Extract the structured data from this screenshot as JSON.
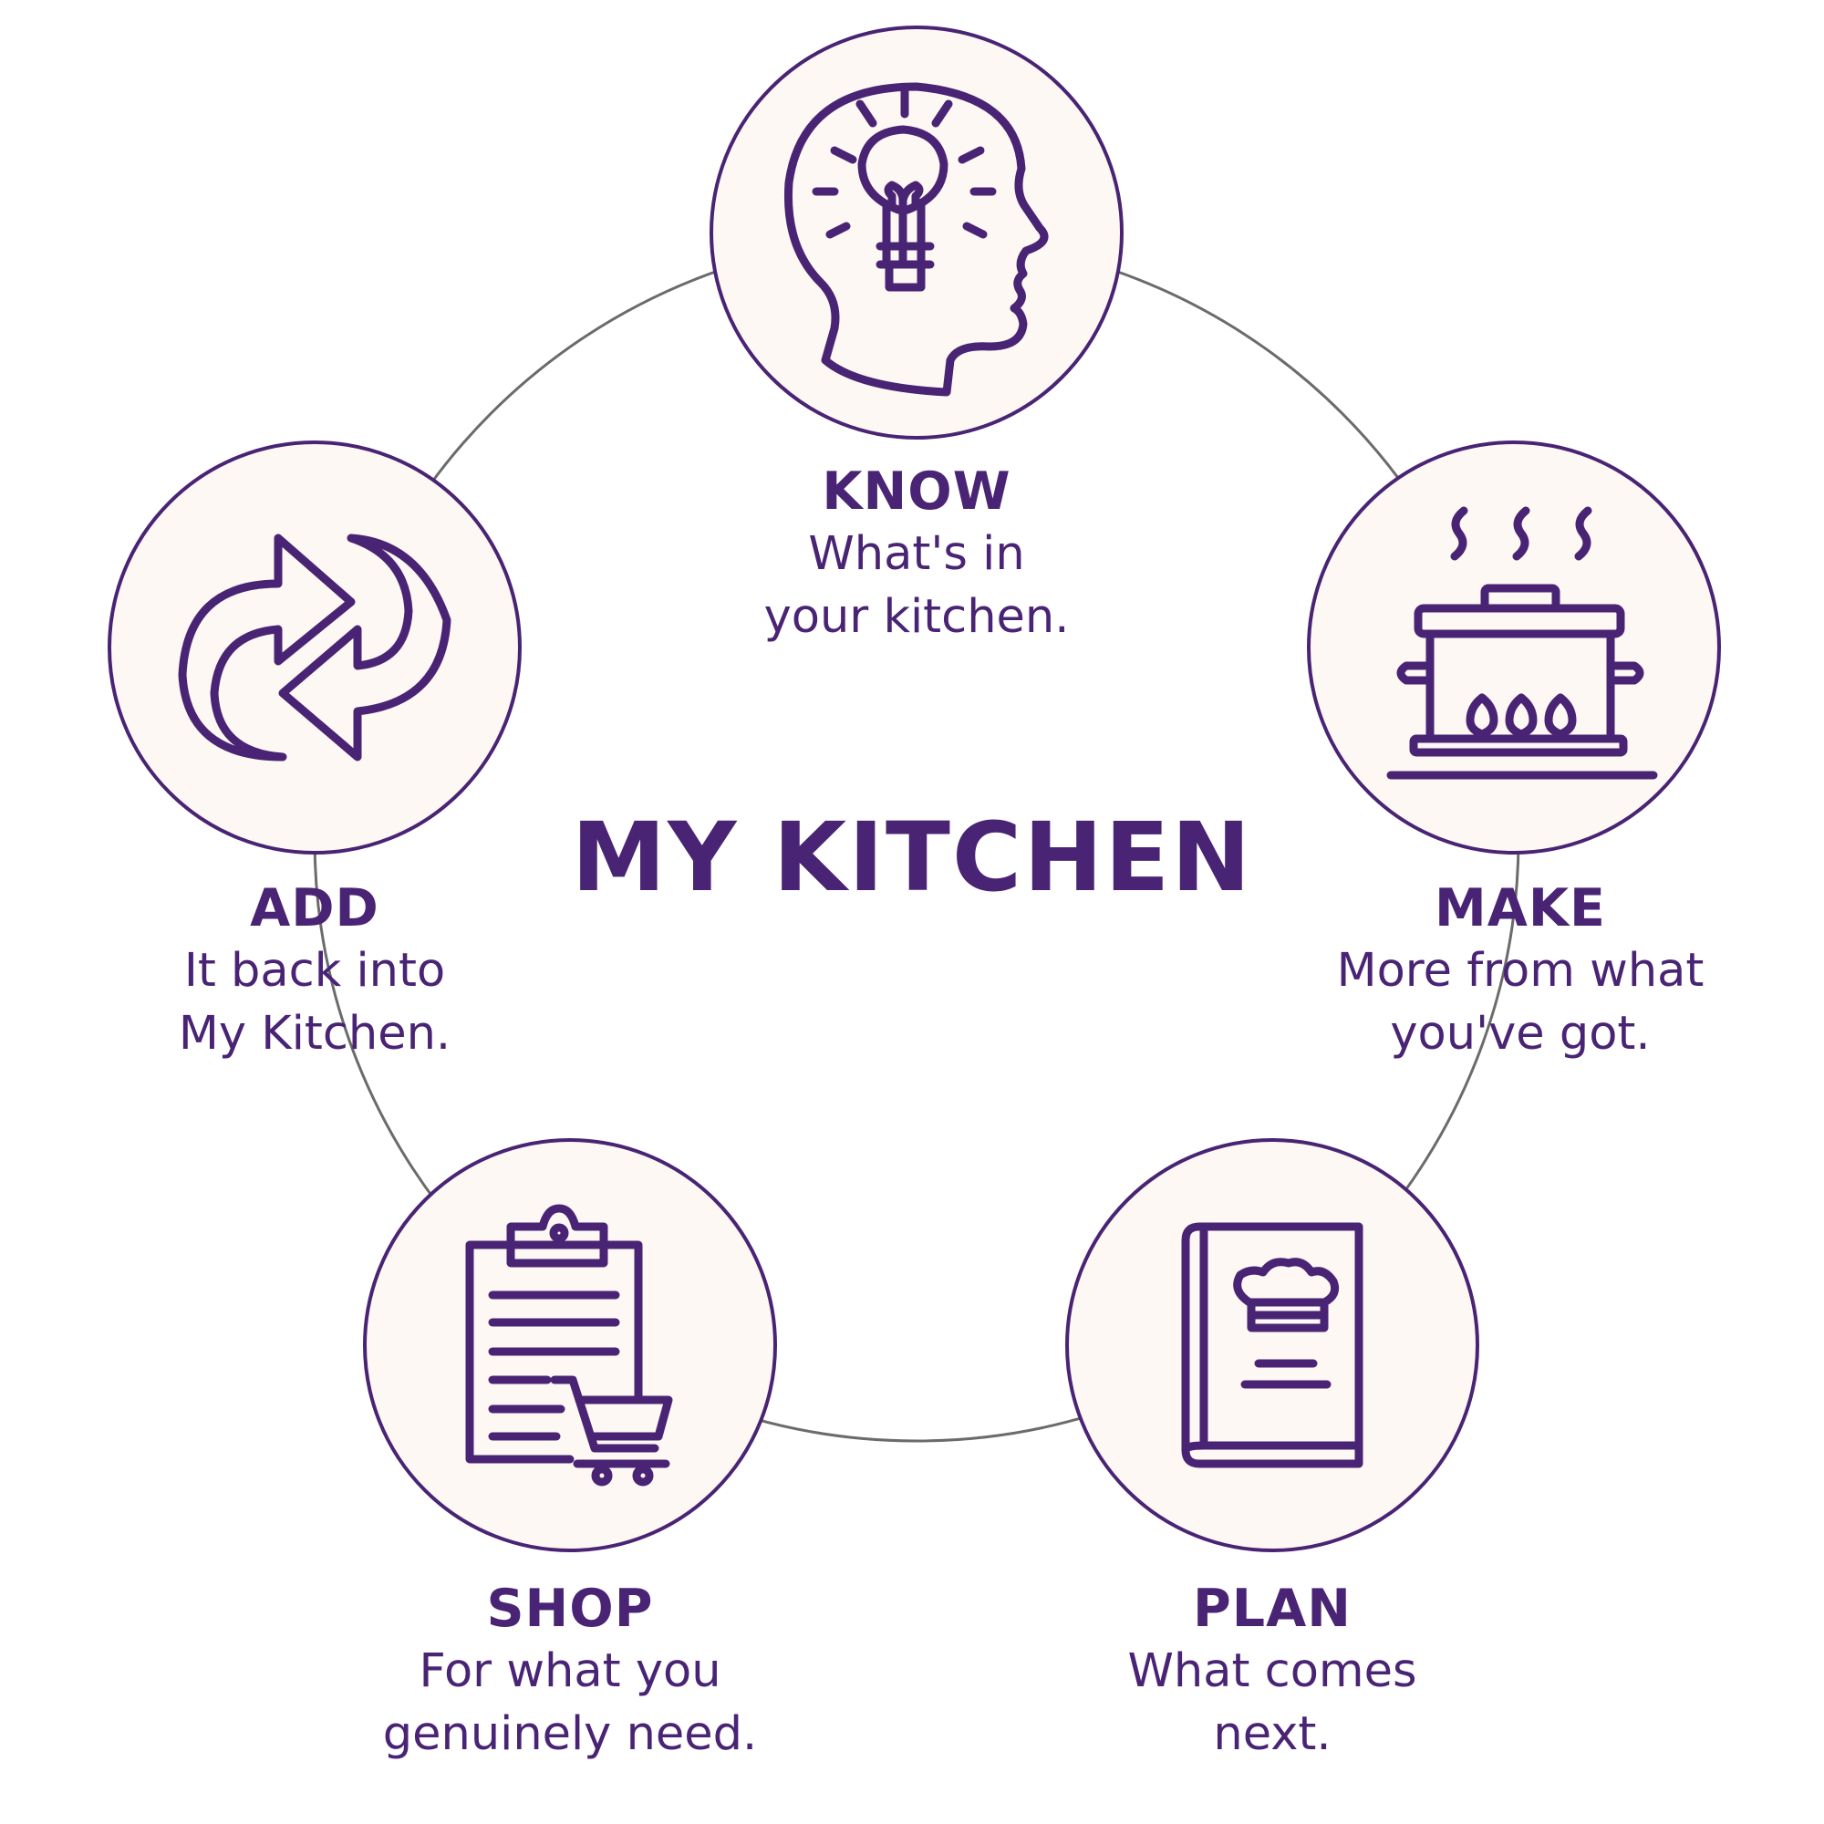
{
  "center": {
    "title": "MY KITCHEN"
  },
  "steps": {
    "know": {
      "title": "KNOW",
      "line1": "What's in",
      "line2": "your kitchen.",
      "icon": "head-lightbulb-icon"
    },
    "make": {
      "title": "MAKE",
      "line1": "More from what",
      "line2": "you've got.",
      "icon": "cooking-pot-icon"
    },
    "plan": {
      "title": "PLAN",
      "line1": "What comes",
      "line2": "next.",
      "icon": "cookbook-icon"
    },
    "shop": {
      "title": "SHOP",
      "line1": "For what you",
      "line2": "genuinely need.",
      "icon": "shopping-list-cart-icon"
    },
    "add": {
      "title": "ADD",
      "line1": "It back into",
      "line2": "My Kitchen.",
      "icon": "recycle-arrows-icon"
    }
  },
  "colors": {
    "primary": "#4a2474",
    "circle_fill": "#fdf8f3",
    "ring": "#6b6b6b",
    "background": "#ffffff"
  }
}
